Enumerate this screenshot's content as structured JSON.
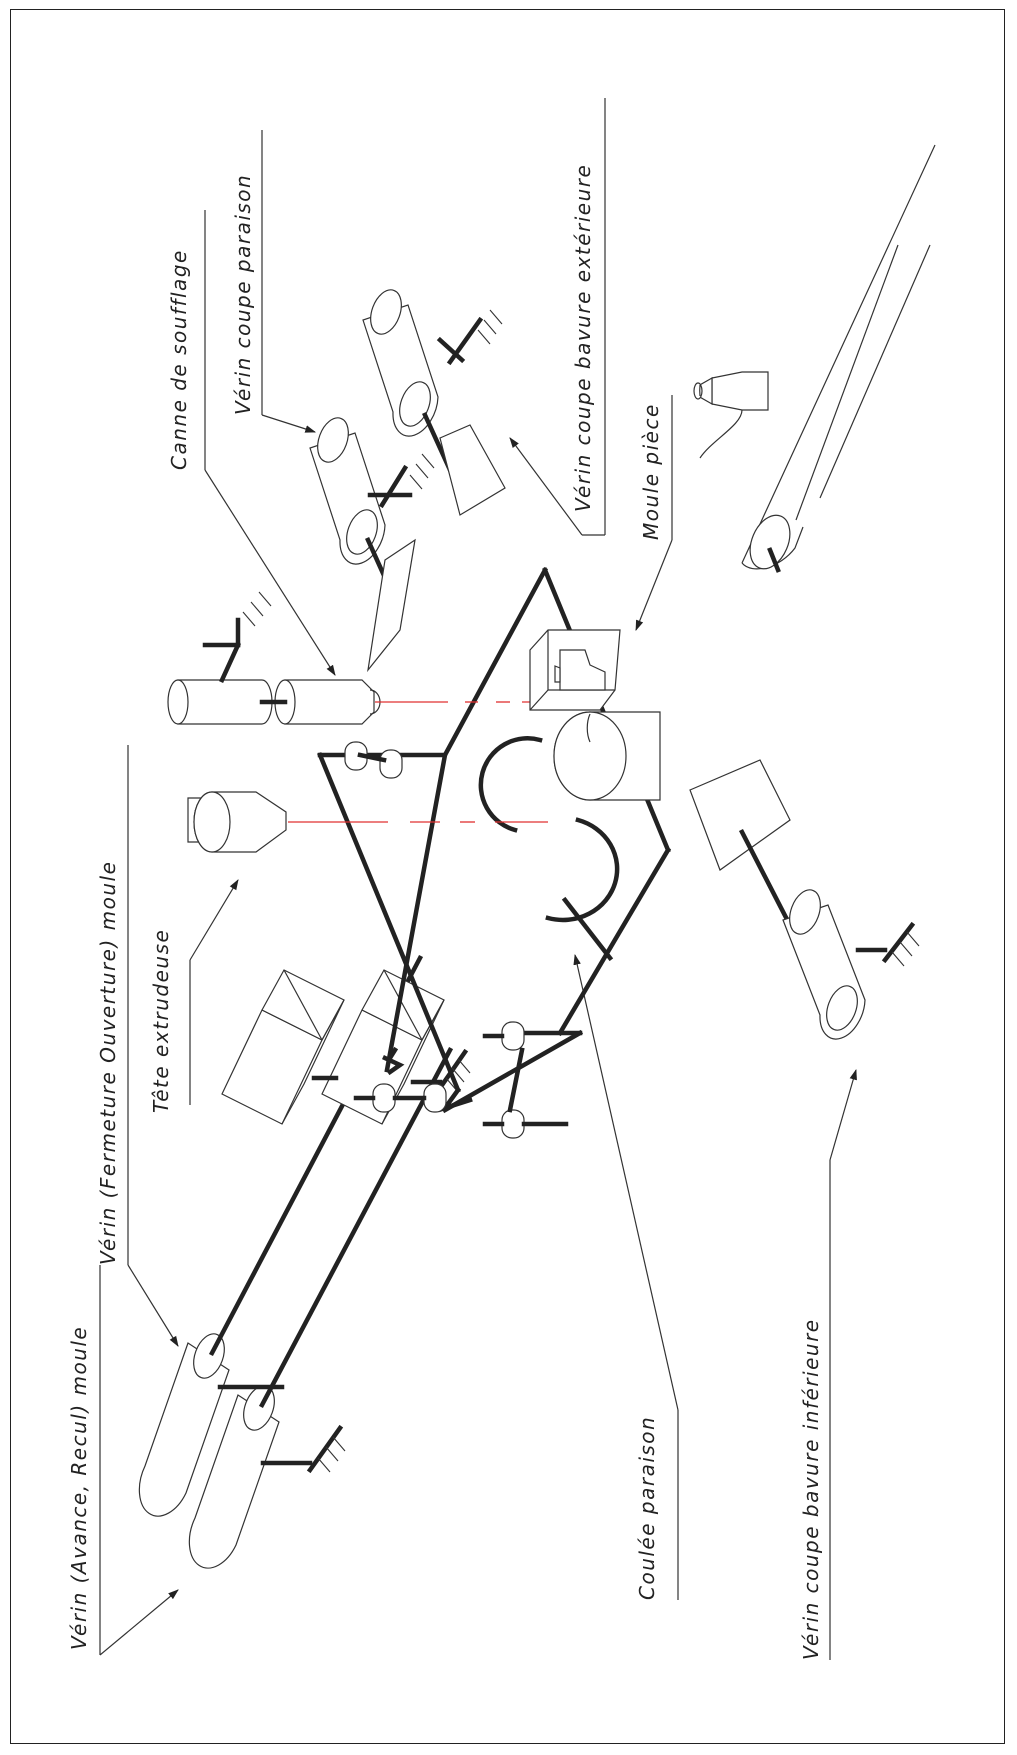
{
  "labels": {
    "verin_avance_recul": "Vérin (Avance, Recul) moule",
    "verin_fermeture_ouverture": "Vérin (Fermeture Ouverture) moule",
    "tete_extrudeuse": "Tête extrudeuse",
    "canne_soufflage": "Canne de soufflage",
    "verin_coupe_paraison": "Vérin coupe paraison",
    "verin_coupe_bavure_exterieure": "Vérin coupe bavure extérieure",
    "moule_piece": "Moule pièce",
    "coulee_paraison": "Coulée paraison",
    "verin_coupe_bavure_inferieure": "Vérin coupe bavure inférieure"
  },
  "colors": {
    "line": "#222222",
    "axis": "#e03030",
    "background": "#ffffff"
  }
}
